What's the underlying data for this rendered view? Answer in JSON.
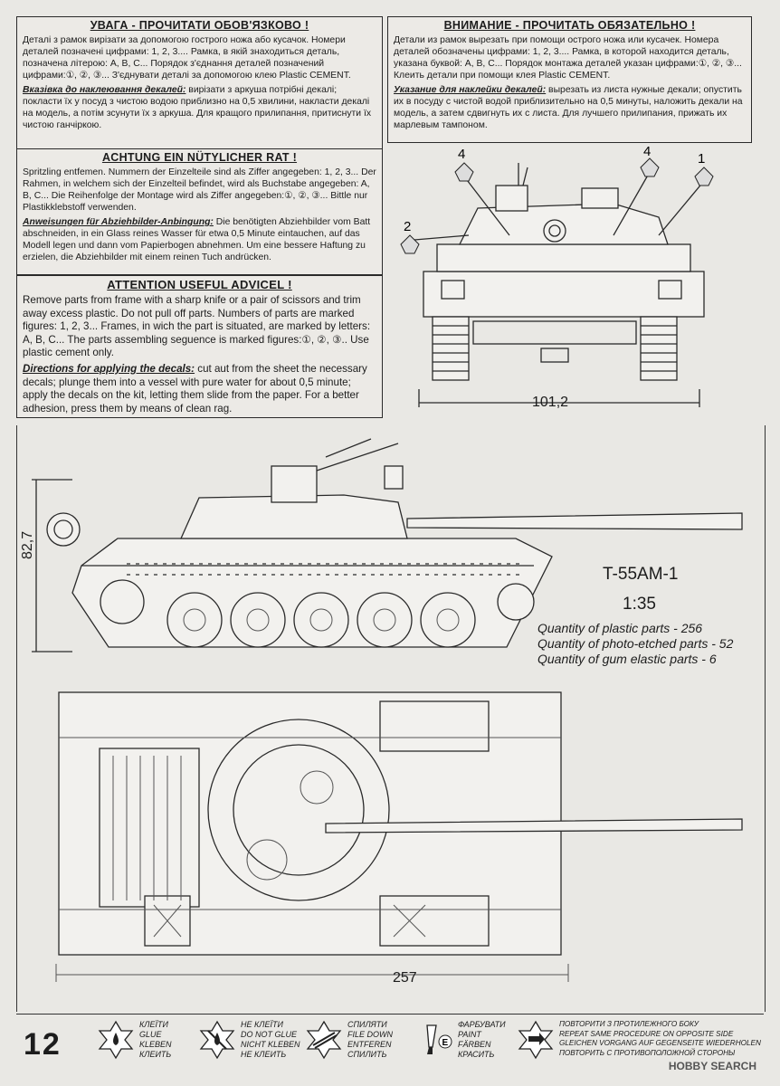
{
  "instructions": {
    "ukrainian": {
      "title": "УВАГА - ПРОЧИТАТИ ОБОВ'ЯЗКОВО !",
      "body": "Деталі з рамок вирізати за допомогою гострого ножа або кусачок. Номери деталей позначені цифрами: 1, 2, 3.... Рамка, в якій знаходиться деталь, позначена літерою: A, B, C... Порядок з'єднання деталей позначений цифрами:①, ②, ③... З'єднувати деталі за допомогою клею Plastic CEMENT.",
      "decal_heading": "Вказівка до наклеювання декалей:",
      "decal_body": " вирізати з аркуша потрібні декалі; покласти їх у посуд з чистою водою приблизно на 0,5 хвилини, накласти декалі на модель, а потім зсунути їх з аркуша. Для кращого прилипання, притиснути їх чистою ганчіркою."
    },
    "russian": {
      "title": "ВНИМАНИЕ - ПРОЧИТАТЬ ОБЯЗАТЕЛЬНО !",
      "body": "Детали из рамок вырезать при помощи острого ножа или кусачек. Номера деталей обозначены цифрами: 1, 2, 3.... Рамка, в которой находится деталь, указана буквой: A, B, C... Порядок монтажа деталей указан цифрами:①, ②, ③... Клеить детали при помощи клея Plastic CEMENT.",
      "decal_heading": "Указание для наклейки декалей:",
      "decal_body": " вырезать из листа нужные декали; опустить их в посуду с чистой водой приблизительно на 0,5 минуты, наложить декали на модель, а затем сдвигнуть их с листа. Для лучшего прилипания, прижать их марлевым тампоном."
    },
    "german": {
      "title": "ACHTUNG EIN NÜTYLICHER RAT !",
      "body": "Spritzling entfemen. Nummern der Einzelteile sind als Ziffer angegeben: 1, 2, 3... Der Rahmen, in welchem sich der Einzelteil befindet, wird als Buchstabe angegeben: A, B, C... Die Reihenfolge der Montage wird als Ziffer angegeben:①, ②, ③... Bittle nur Plastikklebstoff verwenden.",
      "decal_heading": "Anweisungen für Abziehbilder-Anbingung:",
      "decal_body": " Die benötigten Abziehbilder vom Batt abschneiden, in ein Glass reines Wasser für etwa 0,5 Minute eintauchen, auf das Modell legen und dann vom Papierbogen abnehmen. Um eine bessere Haftung zu erzielen, die Abziehbilder mit einem reinen Tuch andrücken."
    },
    "english": {
      "title": "ATTENTION USEFUL ADVICEL !",
      "body": "Remove parts from frame with a sharp knife or a pair of scissors and trim away excess plastic. Do not pull off parts. Numbers of parts are marked figures: 1, 2, 3... Frames, in wich the part is situated, are marked by letters: A, B, C... The parts assembling seguence is marked figures:①, ②, ③.. Use plastic cement only.",
      "decal_heading": "Directions for applying the decals:",
      "decal_body": " cut aut from the sheet the necessary decals; plunge them into a vessel with pure water for about 0,5 minute; apply the decals on the kit, letting them slide from the paper. For a better adhesion, press them by means of clean rag."
    }
  },
  "front_view": {
    "width_label": "101,2",
    "callouts": [
      "4",
      "4",
      "1",
      "2"
    ]
  },
  "side_view": {
    "height_label": "82,7",
    "model_name": "T-55AM-1",
    "scale": "1:35",
    "quantities": [
      "Quantity of plastic parts - 256",
      "Quantity of photo-etched parts - 52",
      "Quantity of gum elastic parts - 6"
    ]
  },
  "top_view": {
    "length_label": "257"
  },
  "legend": {
    "page_number": "12",
    "items": [
      {
        "icon": "glue-icon",
        "lines": [
          "КЛЕЇТИ",
          "GLUE",
          "KLEBEN",
          "КЛЕИТЬ"
        ]
      },
      {
        "icon": "no-glue-icon",
        "lines": [
          "НЕ КЛЕЇТИ",
          "DO NOT GLUE",
          "NICHT KLEBEN",
          "НЕ КЛЕИТЬ"
        ]
      },
      {
        "icon": "file-down-icon",
        "lines": [
          "СПИЛЯТИ",
          "FILE DOWN",
          "ENTFEREN",
          "СПИЛИТЬ"
        ]
      },
      {
        "icon": "paint-icon",
        "lines": [
          "ФАРБУВАТИ",
          "PAINT",
          "FÄRBEN",
          "КРАСИТЬ"
        ]
      },
      {
        "icon": "repeat-icon",
        "lines": [
          "ПОВТОРИТИ З ПРОТИЛЕЖНОГО БОКУ",
          "REPEAT SAME PROCEDURE ON OPPOSITE SIDE",
          "GLEICHEN VORGANG AUF GEGENSEITE WIEDERHOLEN",
          "ПОВТОРИТЬ С ПРОТИВОПОЛОЖНОЙ СТОРОНЫ"
        ]
      }
    ]
  },
  "watermark": "HOBBY SEARCH"
}
